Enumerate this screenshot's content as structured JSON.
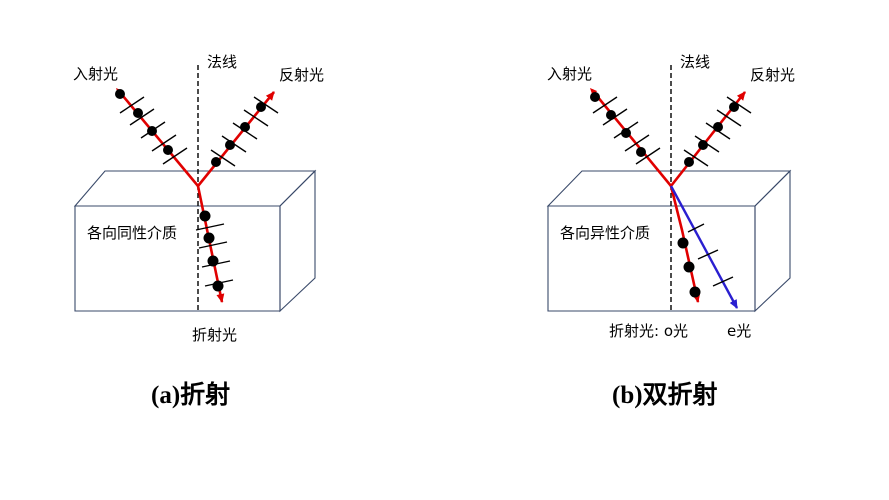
{
  "panel_a": {
    "incident_label": "入射光",
    "normal_label": "法线",
    "reflected_label": "反射光",
    "medium_label": "各向同性介质",
    "refracted_label": "折射光",
    "caption": "(a)折射"
  },
  "panel_b": {
    "incident_label": "入射光",
    "normal_label": "法线",
    "reflected_label": "反射光",
    "medium_label": "各向异性介质",
    "refracted_label": "折射光: o光",
    "e_label": "e光",
    "caption": "(b)双折射"
  },
  "colors": {
    "ray": "#e00000",
    "e_ray": "#2a1fd0",
    "box": "#3a4a6a"
  }
}
